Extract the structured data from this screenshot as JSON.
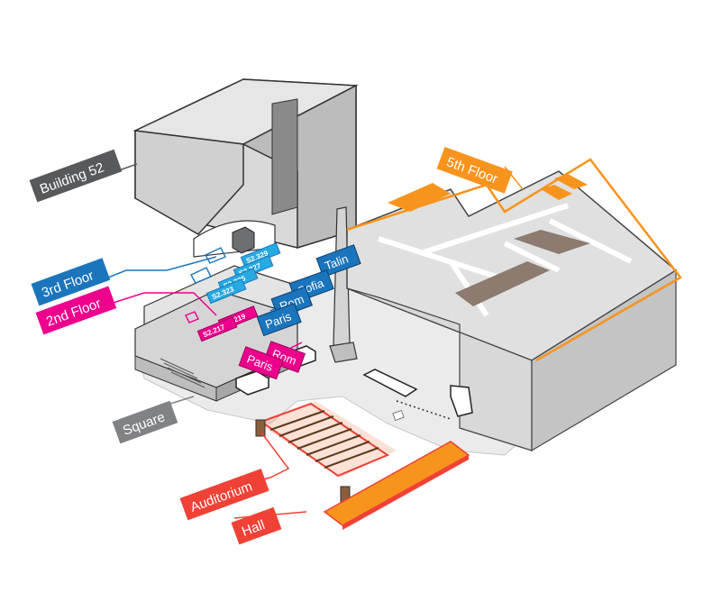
{
  "callouts": {
    "building": "Building 52",
    "floor5": "5th Floor",
    "floor3": "3rd Floor",
    "floor2": "2nd Floor",
    "square": "Square",
    "auditorium": "Auditorium",
    "hall": "Hall"
  },
  "rooms_floor3": [
    "Talin",
    "Sofia",
    "Rom",
    "Paris"
  ],
  "rooms_floor2": [
    "Rom",
    "Paris"
  ],
  "room_codes_floor3": [
    "S2.329",
    "S2.327",
    "S2.325",
    "S2.323"
  ],
  "room_codes_floor2": [
    "S2.219",
    "S2.217"
  ],
  "colors": {
    "building_tag": "#58595b",
    "floor5": "#f7941d",
    "floor3": "#1b75bc",
    "floor3_rooms": "#27aae1",
    "floor2": "#ec008c",
    "square": "#808285",
    "auditorium": "#ef4136",
    "hall": "#f7941d",
    "auditorium_wood": "#8b5e3c"
  }
}
